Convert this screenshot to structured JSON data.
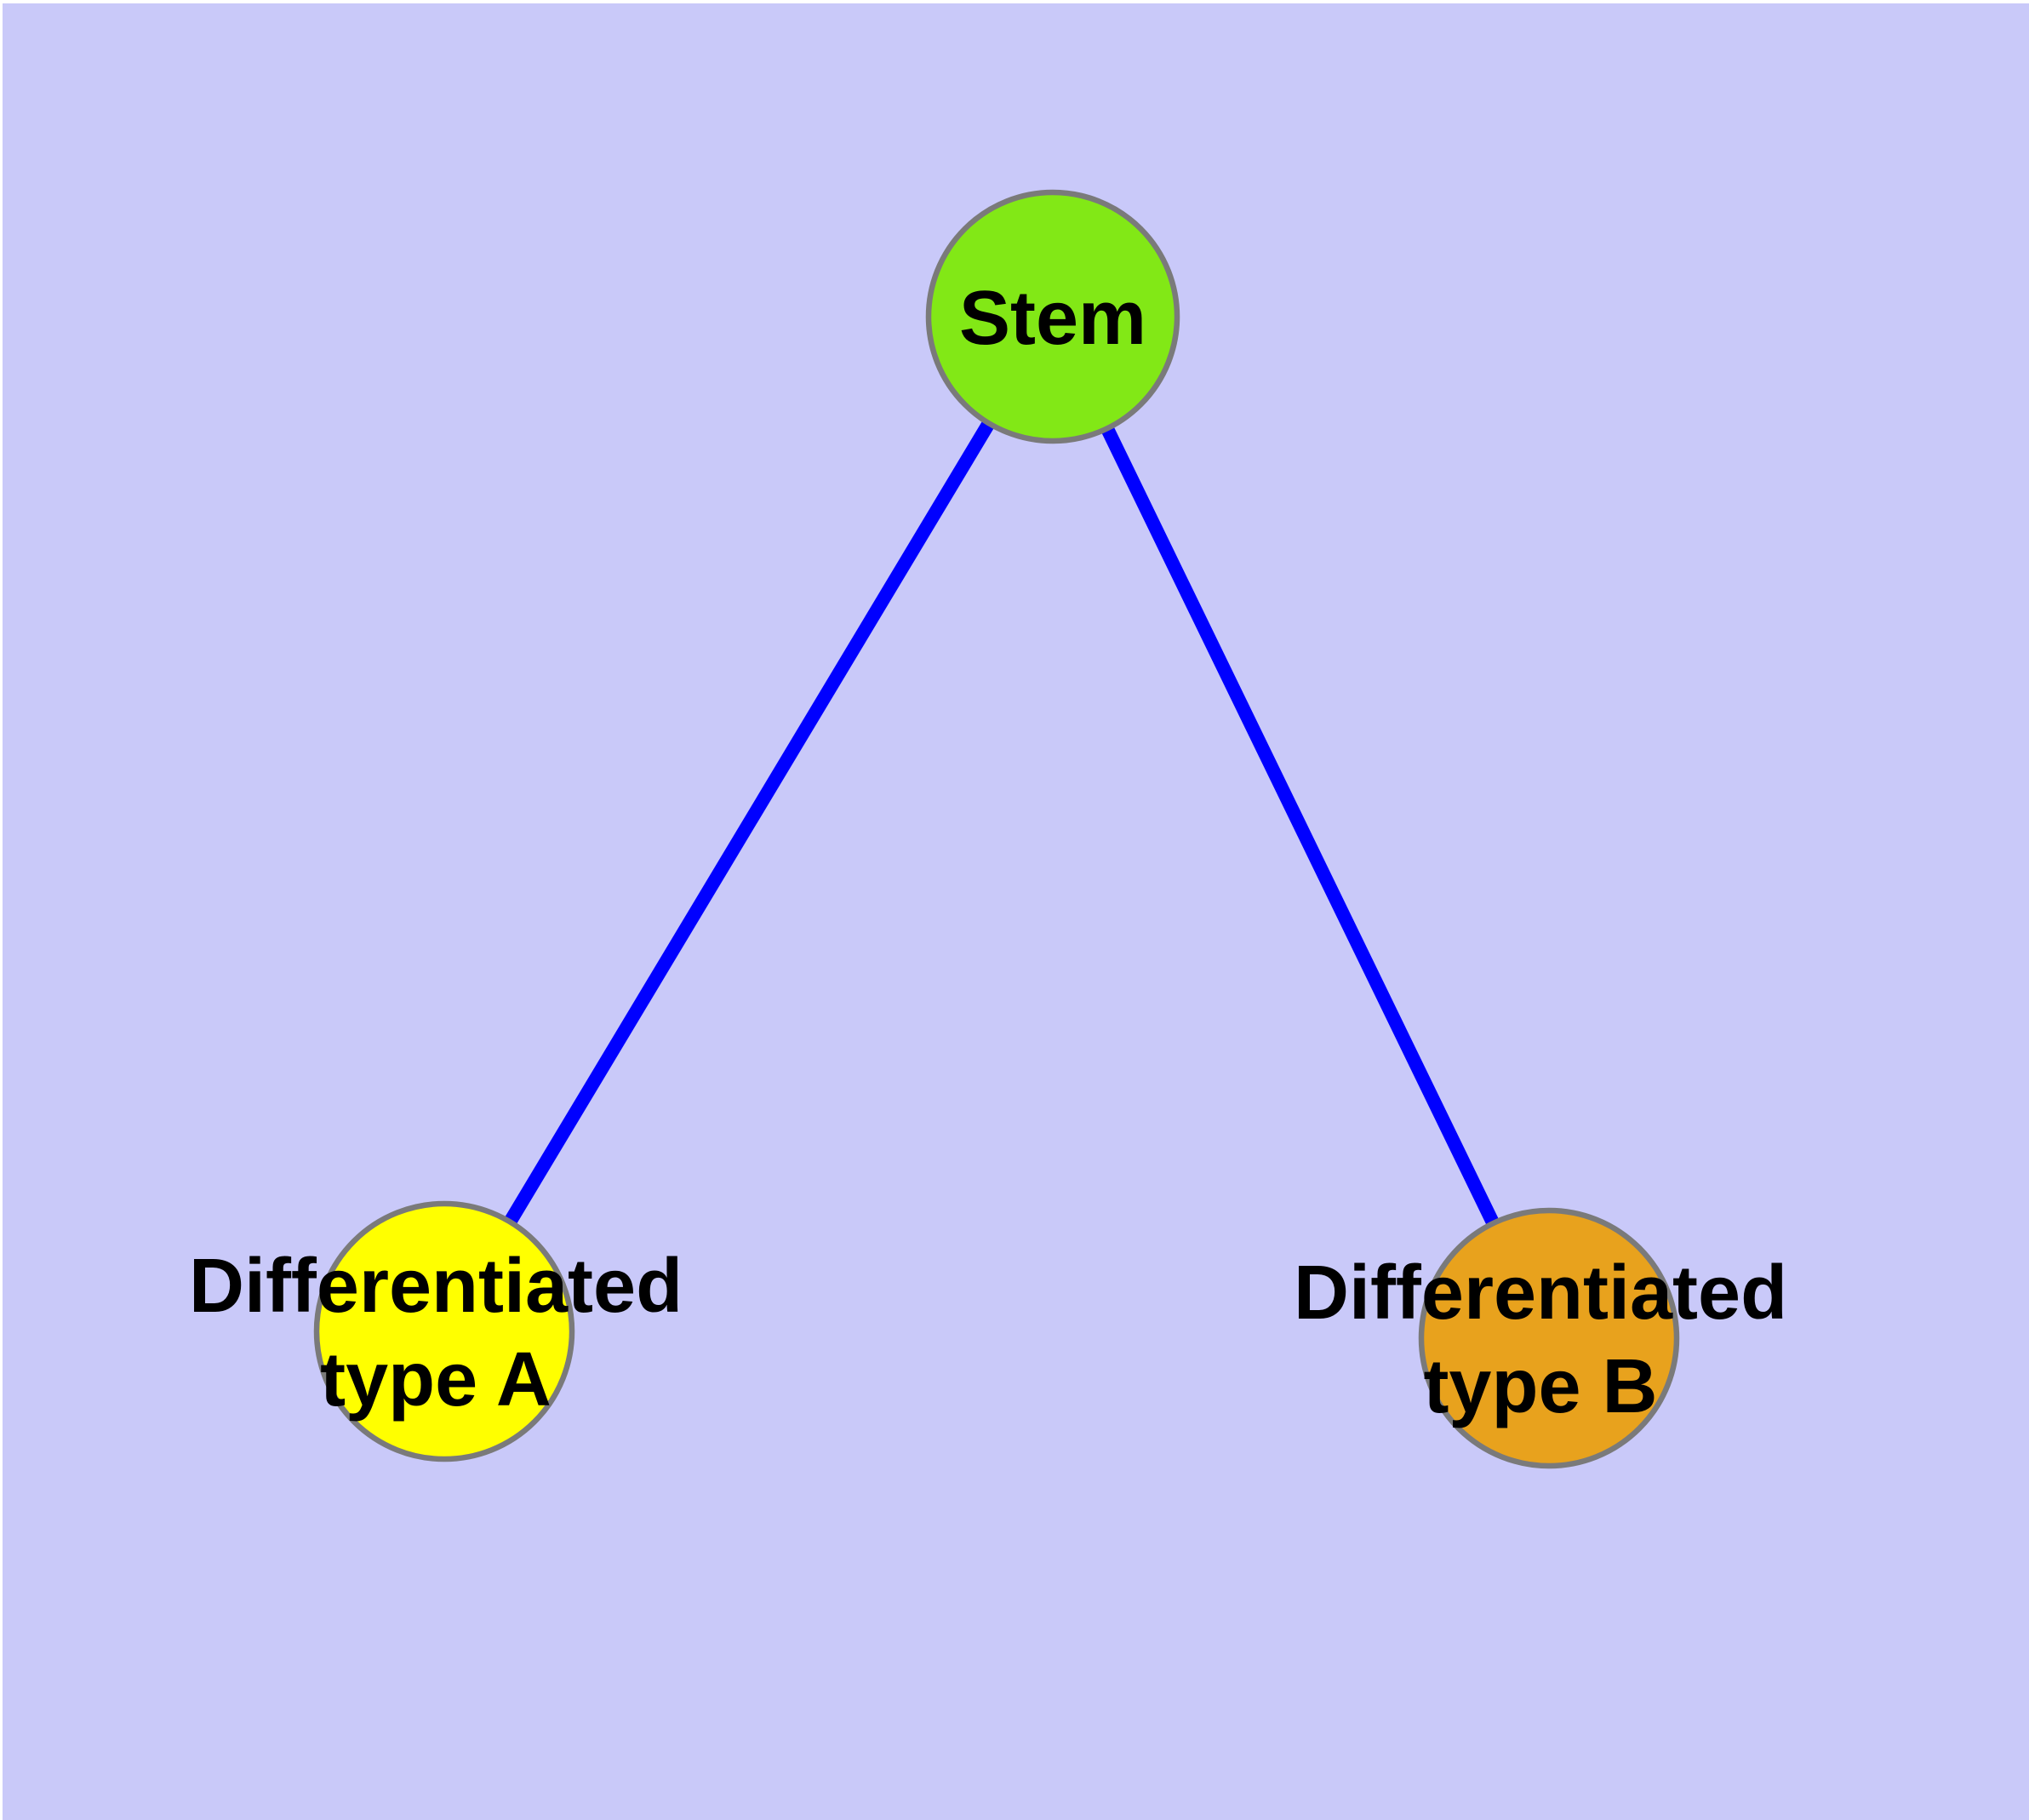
{
  "diagram": {
    "type": "graph",
    "description": "Stem cell differentiation tree",
    "nodes": [
      {
        "id": "stem",
        "label": "Stem",
        "fill": "#82e816"
      },
      {
        "id": "type-a",
        "label": "Differentiated\ntype A",
        "fill": "#ffff00"
      },
      {
        "id": "type-b",
        "label": "Differentiated\ntype B",
        "fill": "#e8a21d"
      }
    ],
    "edges": [
      {
        "from": "stem",
        "to": "type-a"
      },
      {
        "from": "stem",
        "to": "type-b"
      }
    ],
    "colors": {
      "background": "#c9c9f9",
      "edge": "#0000ff",
      "node_border": "#7a7a7a",
      "label_text": "#000000"
    }
  }
}
